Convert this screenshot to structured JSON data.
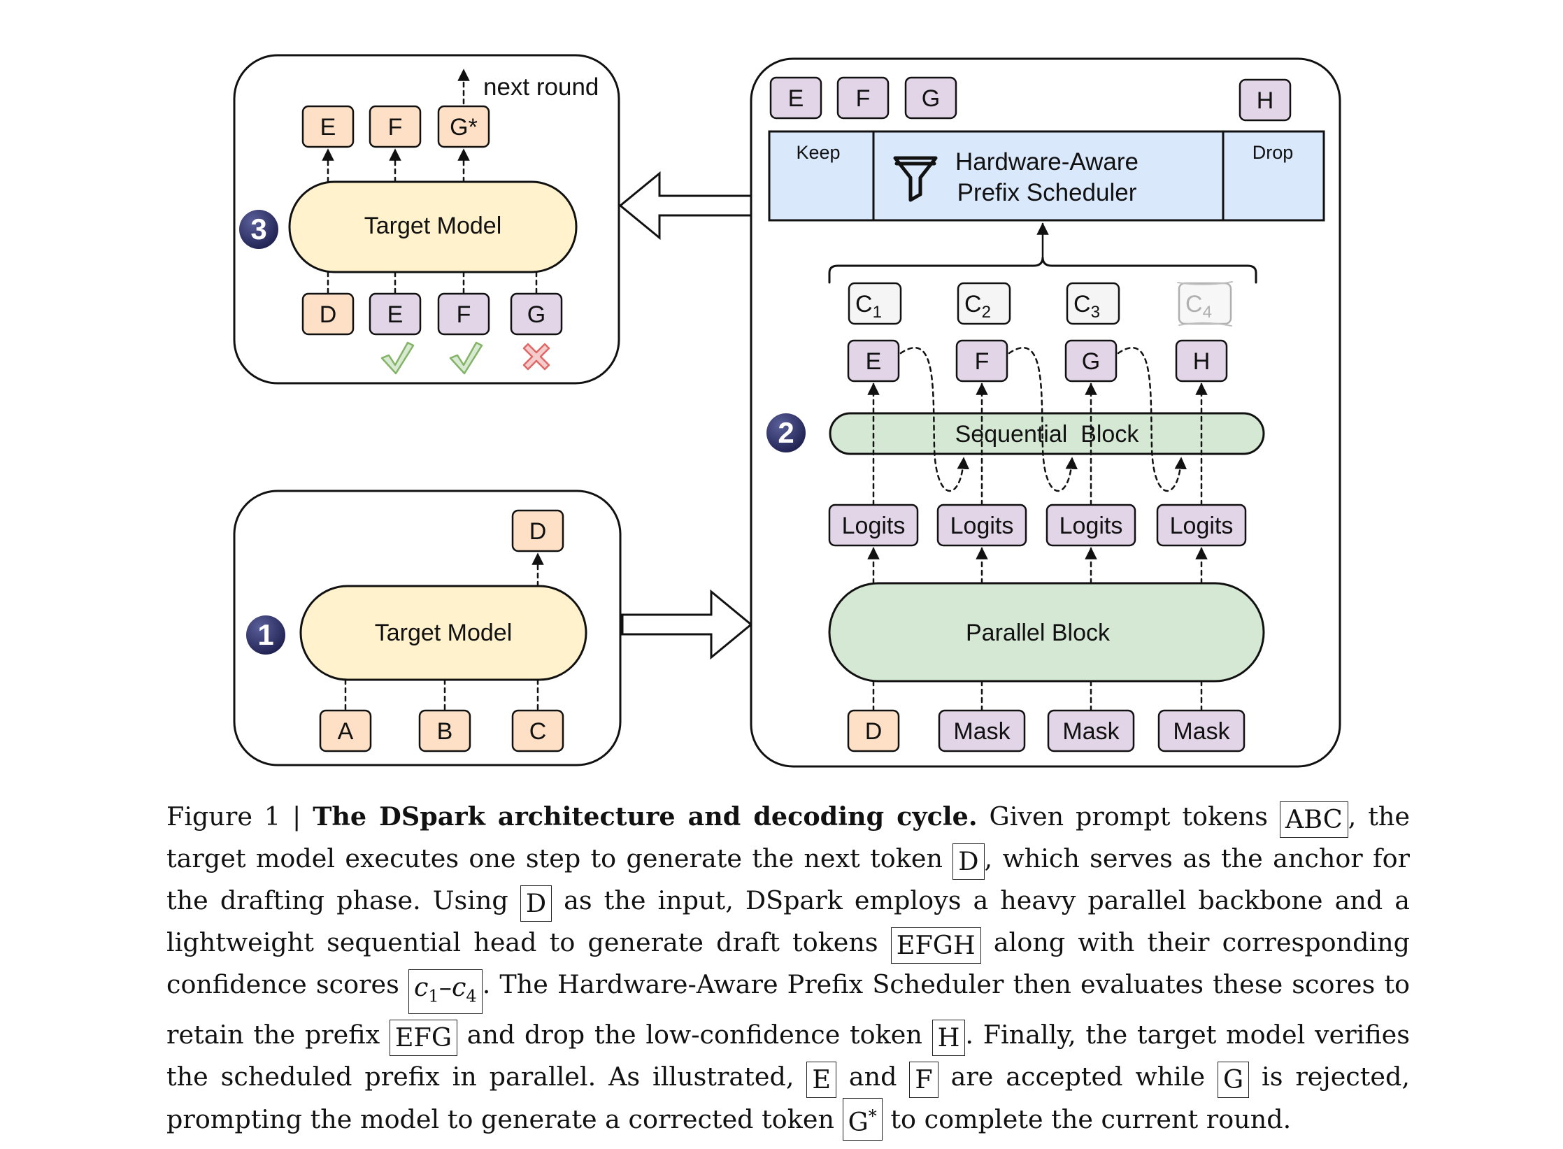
{
  "panel1": {
    "step": "1",
    "model": "Target Model",
    "inputs": [
      "A",
      "B",
      "C"
    ],
    "output": "D"
  },
  "panel2": {
    "step": "2",
    "scheduler": {
      "keep": "Keep",
      "drop": "Drop",
      "line1": "Hardware-Aware",
      "line2": "Prefix Scheduler"
    },
    "kept_tokens": [
      "E",
      "F",
      "G"
    ],
    "dropped_token": "H",
    "confidences": [
      {
        "base": "C",
        "sub": "1"
      },
      {
        "base": "C",
        "sub": "2"
      },
      {
        "base": "C",
        "sub": "3"
      },
      {
        "base": "C",
        "sub": "4"
      }
    ],
    "draft_tokens": [
      "E",
      "F",
      "G",
      "H"
    ],
    "sequential": "Sequential  Block",
    "logits": [
      "Logits",
      "Logits",
      "Logits",
      "Logits"
    ],
    "parallel": "Parallel Block",
    "inputs": [
      "D",
      "Mask",
      "Mask",
      "Mask"
    ]
  },
  "panel3": {
    "step": "3",
    "model": "Target Model",
    "next_round": "next round",
    "outputs": [
      "E",
      "F",
      "G*"
    ],
    "inputs": [
      "D",
      "E",
      "F",
      "G"
    ]
  },
  "colors": {
    "orange_fill": "#fde0c5",
    "purple_fill": "#e1d5e7",
    "yellow_fill": "#fff2cc",
    "green_fill": "#d5e8d4",
    "blue_fill": "#dae8fc",
    "check": "#82b366",
    "cross": "#e06666",
    "badge": "#2b2d5c"
  },
  "caption": {
    "label": "Figure 1 | ",
    "title": "The DSpark architecture and decoding cycle.",
    "s1": " Given prompt tokens ",
    "b1": "ABC",
    "s2": ", the target model executes one step to generate the next token ",
    "b2": "D",
    "s3": ", which serves as the anchor for the drafting phase. Using ",
    "b3": "D",
    "s4": " as the input, DSpark employs a heavy parallel backbone and a lightweight sequential head to generate draft tokens ",
    "b4": "EFGH",
    "s5": " along with their corresponding confidence scores ",
    "b5a": "c",
    "b5a_sub": "1",
    "b5dash": "–",
    "b5b": "c",
    "b5b_sub": "4",
    "s6": ". The Hardware-Aware Prefix Scheduler then evaluates these scores to retain the prefix ",
    "b6": "EFG",
    "s7": " and drop the low-confidence token ",
    "b7": "H",
    "s8": ". Finally, the target model verifies the scheduled prefix in parallel. As illustrated, ",
    "b8": "E",
    "s9": " and ",
    "b9": "F",
    "s10": " are accepted while ",
    "b10": "G",
    "s11": " is rejected, prompting the model to generate a corrected token ",
    "b11": "G",
    "b11_sup": "*",
    "s12": " to complete the current round."
  }
}
